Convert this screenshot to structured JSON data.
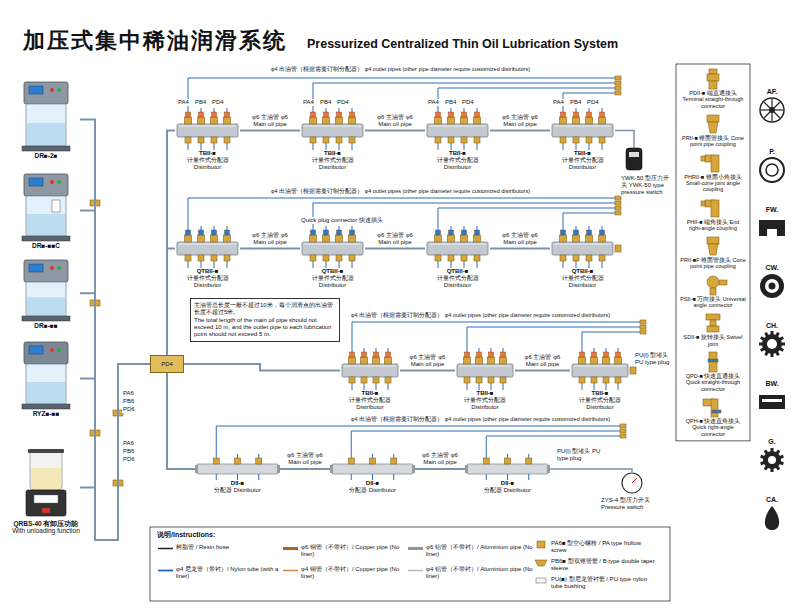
{
  "diagram": {
    "title": "加压式集中稀油润滑系统",
    "nodes": [
      {
        "text": [
          "DR■-2■"
        ]
      },
      {
        "text": [
          "DR■-■■C"
        ]
      },
      {
        "text": [
          "DR■-■■"
        ]
      },
      {
        "text": [
          "RYZ■-■■"
        ]
      },
      {
        "text": [
          "QRBS-40 有卸压功能",
          "With unloading function"
        ]
      },
      {
        "text": [
          "PD4"
        ]
      },
      {
        "text": [
          "TBII-■",
          "计量件式分配器 Distributor"
        ]
      },
      {
        "text": [
          "TBII-■",
          "计量件式分配器 Distributor"
        ]
      },
      {
        "text": [
          "TBII-■",
          "计量件式分配器 Distributor"
        ]
      },
      {
        "text": [
          "TBII-■",
          "计量件式分配器 Distributor"
        ]
      },
      {
        "text": [
          "QTBII-■",
          "计量件式分配器 Distributor"
        ]
      },
      {
        "text": [
          "QTBII-■",
          "计量件式分配器 Distributor"
        ]
      },
      {
        "text": [
          "QTBII-■",
          "计量件式分配器 Distributor"
        ]
      },
      {
        "text": [
          "QTBII-■",
          "计量件式分配器 Distributor"
        ]
      },
      {
        "text": [
          "TBII-■",
          "计量件式分配器 Distributor"
        ]
      },
      {
        "text": [
          "TBII-■",
          "计量件式分配器 Distributor"
        ]
      },
      {
        "text": [
          "TBII-■",
          "计量件式分配器 Distributor"
        ]
      },
      {
        "text": [
          "DII-■",
          "分配器 Distributor"
        ]
      },
      {
        "text": [
          "DII-■",
          "分配器 Distributor"
        ]
      },
      {
        "text": [
          "DII-■",
          "分配器 Distributor"
        ]
      },
      {
        "text": [
          "主油管总长度一般不超过10米，每个润滑点的出油管长度不超过5米。",
          "The total length of the main oil pipe should not exceed 10 m, and the outlet pipe to each lubrication point should not exceed 5 m."
        ]
      },
      {
        "text": [
          "PDII-■ 端直通接头 Terminal straight-through connector"
        ]
      },
      {
        "text": [
          "PRII-■ 锥面管接头 Cone point pipe coupling"
        ]
      },
      {
        "text": [
          "PHRII-■ 锥面小角接头 Small-cone joint angle coupling"
        ]
      },
      {
        "text": [
          "PHII-■ 端角接头 End right-angle coupling"
        ]
      },
      {
        "text": [
          "PRII-■F 锥面管接头 Cone point pipe coupling"
        ]
      },
      {
        "text": [
          "PSII-■ 万向接头 Universal angle connector"
        ]
      },
      {
        "text": [
          "SDII-■ 旋转接头 Swivel joint"
        ]
      },
      {
        "text": [
          "QPD-■ 快速直通接头 Quick straight-through connector"
        ]
      },
      {
        "text": [
          "QPH-■ 快速直角接头 Quick right-angle connector"
        ]
      },
      {
        "text": [
          "AF."
        ]
      },
      {
        "text": [
          "P."
        ]
      },
      {
        "text": [
          "FW."
        ]
      },
      {
        "text": [
          "CW."
        ]
      },
      {
        "text": [
          "CH."
        ]
      },
      {
        "text": [
          "BW."
        ]
      },
      {
        "text": [
          "G."
        ]
      },
      {
        "text": [
          "CA."
        ]
      }
    ],
    "edges": [
      {
        "from": 0,
        "to": 5,
        "arrow": "none"
      },
      {
        "from": 1,
        "to": 5,
        "arrow": "none"
      },
      {
        "from": 2,
        "to": 5,
        "arrow": "none"
      },
      {
        "from": 3,
        "to": 5,
        "arrow": "none"
      },
      {
        "from": 4,
        "to": 5,
        "arrow": "none"
      },
      {
        "from": 5,
        "to": 6,
        "arrow": "none"
      },
      {
        "from": 6,
        "to": 7,
        "label": "φ6 主油管 φ6 Main oil pipe",
        "arrow": "none"
      },
      {
        "from": 7,
        "to": 8,
        "label": "φ6 主油管 φ6 Main oil pipe",
        "arrow": "none"
      },
      {
        "from": 8,
        "to": 9,
        "label": "φ6 主油管 φ6 Main oil pipe",
        "arrow": "none"
      },
      {
        "from": 5,
        "to": 10,
        "arrow": "none"
      },
      {
        "from": 10,
        "to": 11,
        "label": "φ6 主油管 φ6 Main oil pipe",
        "arrow": "none"
      },
      {
        "from": 11,
        "to": 12,
        "label": "φ6 主油管 φ6 Main oil pipe",
        "arrow": "none"
      },
      {
        "from": 12,
        "to": 13,
        "label": "φ6 主油管 φ6 Main oil pipe",
        "arrow": "none"
      },
      {
        "from": 5,
        "to": 14,
        "arrow": "none"
      },
      {
        "from": 14,
        "to": 15,
        "label": "φ6 主油管 φ6 Main oil pipe",
        "arrow": "none"
      },
      {
        "from": 15,
        "to": 16,
        "label": "φ6 主油管 φ6 Main oil pipe",
        "arrow": "none"
      },
      {
        "from": 5,
        "to": 17,
        "arrow": "none"
      },
      {
        "from": 17,
        "to": 18,
        "label": "φ6 主油管 φ6 Main oil pipe",
        "arrow": "none"
      },
      {
        "from": 18,
        "to": 19,
        "label": "φ6 主油管 φ6 Main oil pipe",
        "arrow": "none"
      }
    ],
    "labels": [
      "Pressurized Centralized Thin Oil Lubrication System",
      "φ4 出油管（根据需要订制分配器） φ4 outlet pipes (other pipe diameter require customized distributors)",
      "φ4 出油管（根据需要订制分配器） φ4 outlet pipes (other pipe diameter require customized distributors)",
      "φ4 出油管（根据需要订制分配器） φ4 outlet pipes (other pipe diameter require customized distributors)",
      "φ4 出油管（根据需要订制分配器） φ4 outlet pipes (other pipe diameter require customized distributors)",
      "PA4",
      "PB4",
      "PD4",
      "PA4",
      "PB4",
      "PD4",
      "PA4",
      "PB4",
      "PD4",
      "PA4",
      "PB4",
      "PD4",
      "YWK-50 型压力开关 YWK-50 type pressure switch",
      "Quick plug connector 快速插头",
      "PU(l) 型堵头 PU type plug",
      "PU(l) 型堵头 PU type plug",
      "ZYS-4 型压力开关 Pressure switch",
      "PA6",
      "PB6",
      "PD6",
      "PA6",
      "PB6",
      "PD6",
      "说明/Instructions:"
    ],
    "legend": [
      {
        "text": "树脂管 / Resin hose"
      },
      {
        "text": "φ4 尼龙管（带衬）/ Nylon tube (with a liner)"
      },
      {
        "text": "φ6 铜管（不带衬）/ Copper pipe (No liner)"
      },
      {
        "text": "φ4 铜管（不带衬）/ Copper pipe (No liner)"
      },
      {
        "text": "φ6 铝管（不带衬）/ Aluminium pipe (No liner)"
      },
      {
        "text": "φ4 铝管（不带衬）/ Aluminium pipe (No liner)"
      },
      {
        "text": "PA6■ 型空心螺栓 / PA type hollow screw"
      },
      {
        "text": "PB6■ 型双锥管套 / B type double taper sleeve"
      },
      {
        "text": "PU(■) 型尼龙管衬套 / PU type nylon tube bushing"
      }
    ]
  }
}
